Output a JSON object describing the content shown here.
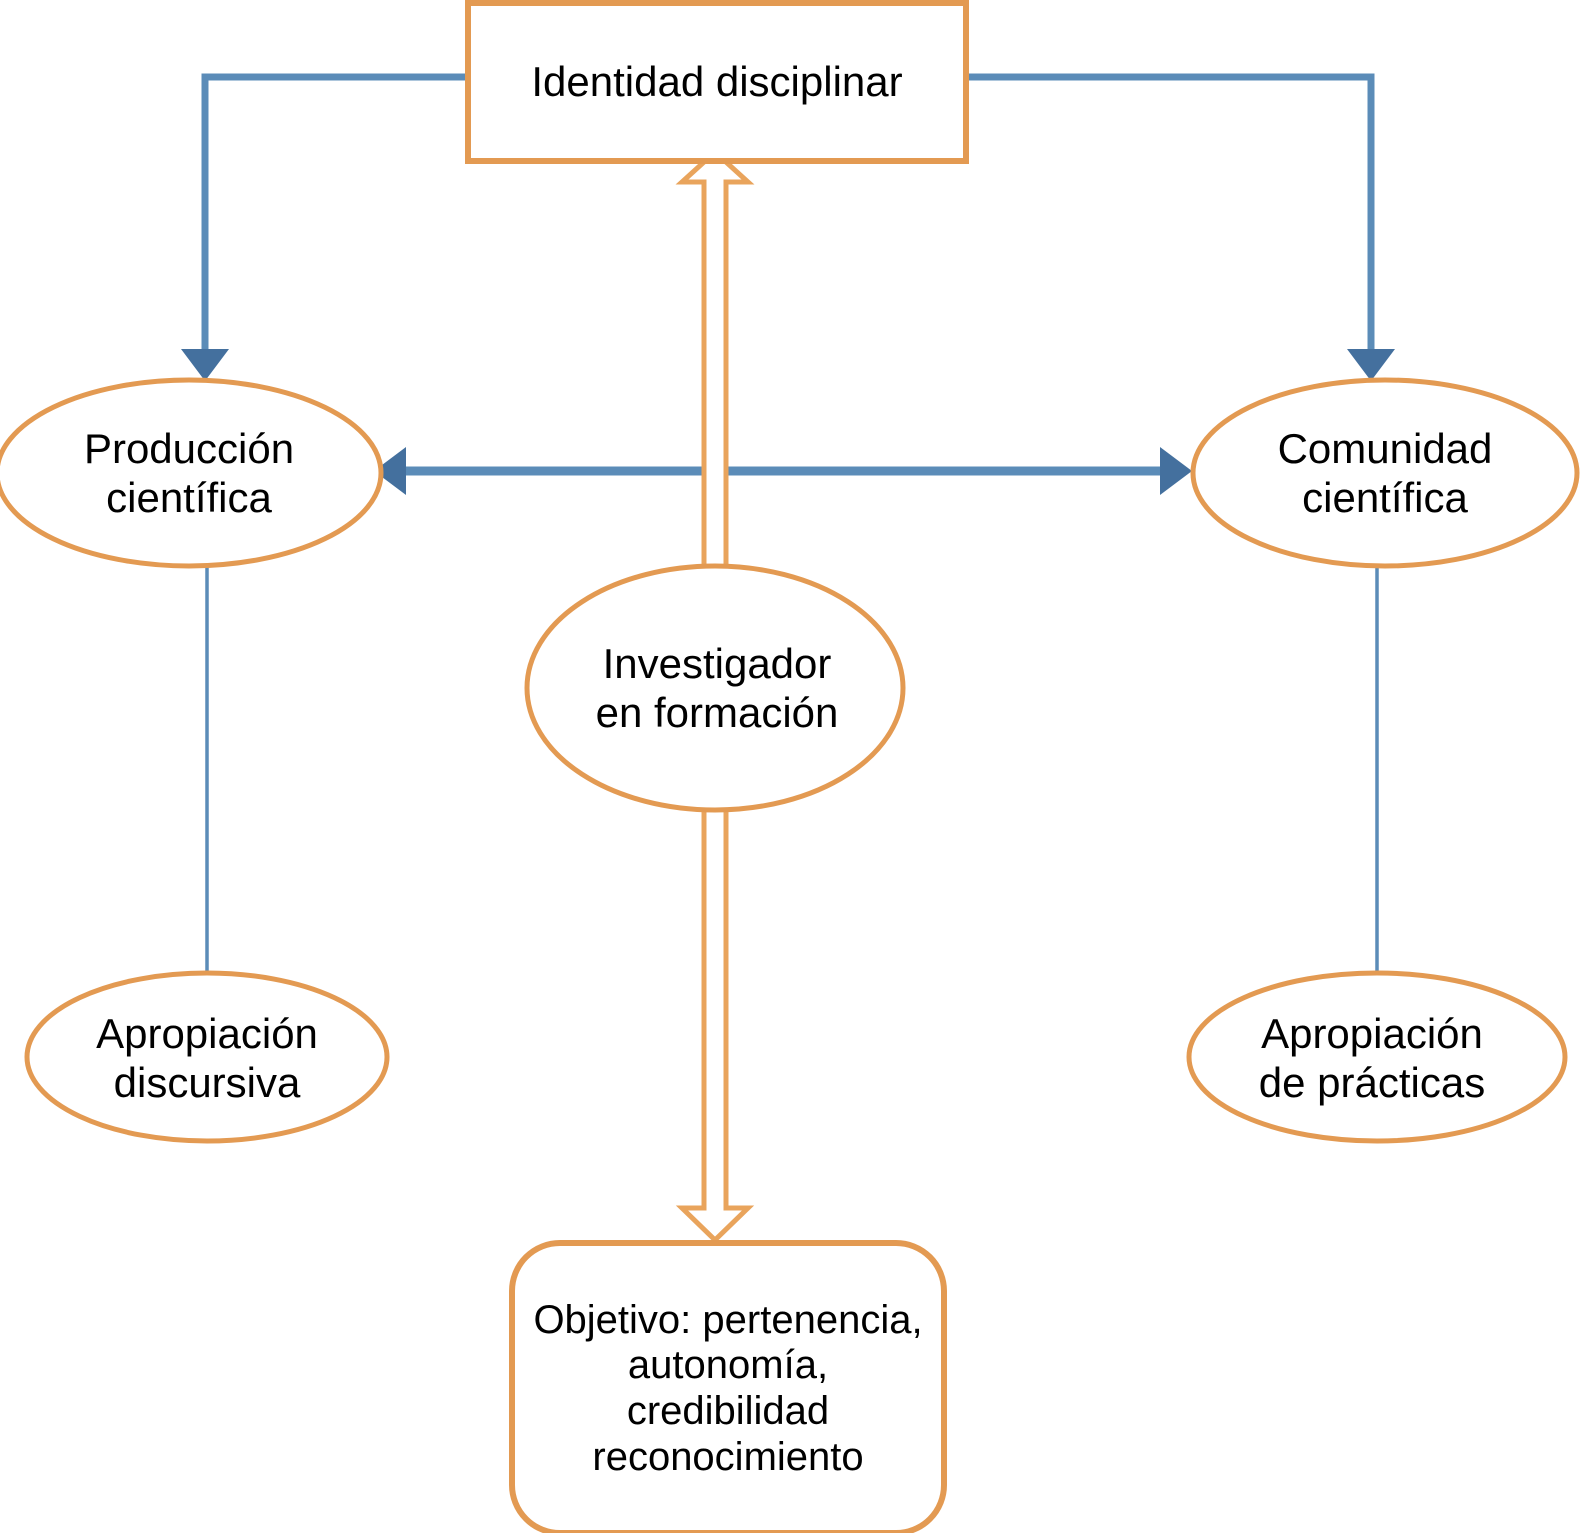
{
  "diagram": {
    "title": "Identidad disciplinar",
    "colors": {
      "node_stroke_orange": "#E39A52",
      "connector_blue": "#5B8CB8",
      "connector_blue_dark": "#44709E",
      "arrow_orange": "#E9A45C",
      "background": "#FFFFFF",
      "text": "#000000"
    },
    "nodes": [
      {
        "id": "identidad-disciplinar",
        "shape": "rectangle",
        "label": "Identidad disciplinar"
      },
      {
        "id": "produccion-cientifica",
        "shape": "ellipse",
        "label": "Producción\ncientífica"
      },
      {
        "id": "comunidad-cientifica",
        "shape": "ellipse",
        "label": "Comunidad\ncientífica"
      },
      {
        "id": "investigador-en-formacion",
        "shape": "ellipse",
        "label": "Investigador\nen formación"
      },
      {
        "id": "apropiacion-discursiva",
        "shape": "ellipse",
        "label": "Apropiación\ndiscursiva"
      },
      {
        "id": "apropiacion-de-practicas",
        "shape": "ellipse",
        "label": "Apropiación\nde prácticas"
      },
      {
        "id": "objetivo",
        "shape": "rounded-rectangle",
        "label": "Objetivo: pertenencia,\nautonomía,\ncredibilidad\nreconocimiento"
      }
    ],
    "connectors": [
      {
        "id": "identidad-to-produccion",
        "from": "identidad-disciplinar",
        "to": "produccion-cientifica",
        "style": "elbow",
        "color": "blue",
        "arrowheads": "end"
      },
      {
        "id": "identidad-to-comunidad",
        "from": "identidad-disciplinar",
        "to": "comunidad-cientifica",
        "style": "elbow",
        "color": "blue",
        "arrowheads": "end"
      },
      {
        "id": "produccion-comunidad",
        "from": "produccion-cientifica",
        "to": "comunidad-cientifica",
        "style": "straight",
        "color": "blue",
        "arrowheads": "both"
      },
      {
        "id": "produccion-to-apropiacion-discursiva",
        "from": "produccion-cientifica",
        "to": "apropiacion-discursiva",
        "style": "straight-thin",
        "color": "blue",
        "arrowheads": "none"
      },
      {
        "id": "comunidad-to-apropiacion-practicas",
        "from": "comunidad-cientifica",
        "to": "apropiacion-de-practicas",
        "style": "straight-thin",
        "color": "blue",
        "arrowheads": "none"
      },
      {
        "id": "investigador-to-identidad",
        "from": "investigador-en-formacion",
        "to": "identidad-disciplinar",
        "style": "block-arrow-outline",
        "color": "orange",
        "arrowheads": "end-up"
      },
      {
        "id": "investigador-to-objetivo",
        "from": "investigador-en-formacion",
        "to": "objetivo",
        "style": "block-arrow-outline",
        "color": "orange",
        "arrowheads": "end-down"
      }
    ]
  }
}
